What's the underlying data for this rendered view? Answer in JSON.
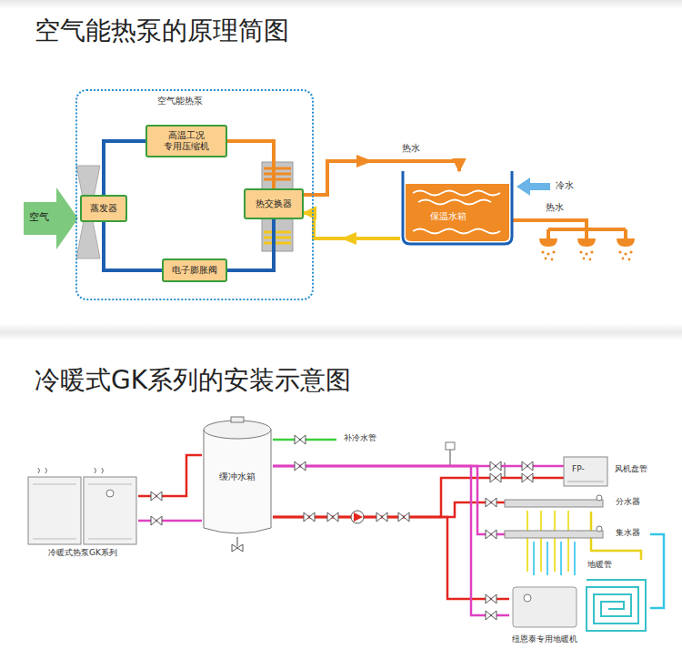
{
  "diagram": {
    "title": "空气能热泵的原理简图",
    "nodes": [
      {
        "text": [
          "空气能热泵"
        ]
      },
      {
        "text": [
          "高温工况 专用压缩机"
        ],
        "in": 0
      },
      {
        "text": [
          "蒸发器"
        ],
        "in": 0
      },
      {
        "text": [
          "热交换器"
        ],
        "in": 0
      },
      {
        "text": [
          "电子膨胀阀"
        ],
        "in": 0
      },
      {
        "text": [
          "保温水箱"
        ]
      },
      {
        "text": [
          "冷暖式热泵GK系列"
        ]
      },
      {
        "text": [
          "缓冲水箱"
        ]
      },
      {
        "text": [
          "FP-",
          "风机盘管"
        ]
      },
      {
        "text": [
          "分水器"
        ]
      },
      {
        "text": [
          "集水器"
        ]
      },
      {
        "text": [
          "地暖管"
        ]
      },
      {
        "text": [
          "纽恩泰专用地暖机"
        ]
      }
    ],
    "edges": [
      {
        "from": 2,
        "to": 1,
        "arrow": "none"
      },
      {
        "from": 1,
        "to": 3,
        "arrow": "none"
      },
      {
        "from": 3,
        "to": 4,
        "arrow": "none"
      },
      {
        "from": 4,
        "to": 2,
        "arrow": "none"
      },
      {
        "from": 3,
        "to": 5,
        "label": "热水",
        "arrow": "to"
      },
      {
        "from": 5,
        "to": 3,
        "arrow": "to"
      },
      {
        "from": 6,
        "to": 7,
        "arrow": "none"
      },
      {
        "from": 7,
        "to": 6,
        "arrow": "none"
      },
      {
        "from": 7,
        "to": 8,
        "arrow": "none"
      },
      {
        "from": 8,
        "to": 7,
        "arrow": "none"
      },
      {
        "from": 7,
        "to": 9,
        "arrow": "none"
      },
      {
        "from": 10,
        "to": 7,
        "arrow": "none"
      },
      {
        "from": 7,
        "to": 12,
        "arrow": "none"
      },
      {
        "from": 12,
        "to": 7,
        "arrow": "none"
      },
      {
        "from": 9,
        "to": 11,
        "arrow": "none"
      },
      {
        "from": 11,
        "to": 10,
        "arrow": "none"
      }
    ],
    "labels": [
      "冷暖式GK系列的安装示意图",
      "空气",
      "冷水",
      "热水",
      "补冷水管"
    ]
  }
}
